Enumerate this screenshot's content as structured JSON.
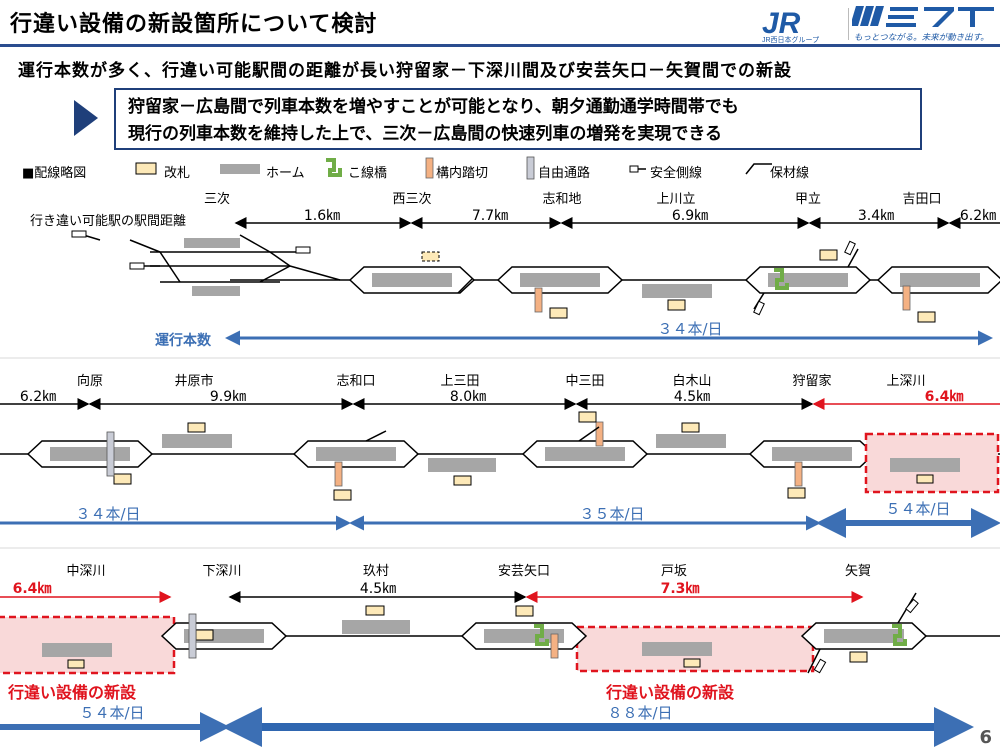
{
  "header": {
    "title": "行違い設備の新設箇所について検討",
    "logo_jr_text": "JR西日本グループ",
    "logo_miraito_tagline": "もっとつながる。未来が動き出す。"
  },
  "subheadline": "運行本数が多く、行違い可能駅間の距離が長い狩留家－下深川間及び安芸矢口－矢賀間での新設",
  "callout": {
    "line1": "狩留家－広島間で列車本数を増やすことが可能となり、朝夕通勤通学時間帯でも",
    "line2": "現行の列車本数を維持した上で、三次－広島間の快速列車の増発を実現できる"
  },
  "legend": {
    "title": "■配線略図",
    "items": [
      "改札",
      "ホーム",
      "こ線橋",
      "構内踏切",
      "自由通路",
      "安全側線",
      "保材線"
    ]
  },
  "diagram_label": "行き違い可能駅の駅間距離",
  "colors": {
    "accent": "#2a4d8f",
    "red": "#e0141e",
    "blue": "#3c6fb4",
    "gate": "#fde9b8",
    "platform": "#a6a6a6",
    "crossing": "#f4b183",
    "bridge": "#70ad47"
  },
  "row1": {
    "stations": [
      "三次",
      "西三次",
      "志和地",
      "上川立",
      "甲立",
      "吉田口"
    ],
    "distances": [
      "1.6㎞",
      "7.7㎞",
      "6.9㎞",
      "3.4㎞",
      "6.2㎞"
    ],
    "freq_label": "運行本数",
    "freq": "３４本/日"
  },
  "row2": {
    "stations": [
      "向原",
      "井原市",
      "志和口",
      "上三田",
      "中三田",
      "白木山",
      "狩留家",
      "上深川"
    ],
    "distances": [
      "6.2㎞",
      "9.9㎞",
      "8.0㎞",
      "4.5㎞",
      "6.4㎞"
    ],
    "freq": [
      "３４本/日",
      "３５本/日",
      "５４本/日"
    ]
  },
  "row3": {
    "stations": [
      "中深川",
      "下深川",
      "玖村",
      "安芸矢口",
      "戸坂",
      "矢賀"
    ],
    "distances": [
      "6.4㎞",
      "4.5㎞",
      "7.3㎞"
    ],
    "new_label_1": "行違い設備の新設",
    "new_label_2": "行違い設備の新設",
    "freq": [
      "５４本/日",
      "８８本/日"
    ]
  },
  "page_number": "6"
}
